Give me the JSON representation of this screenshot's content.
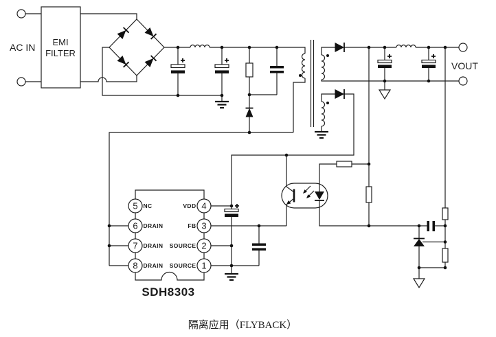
{
  "canvas": {
    "background": "#ffffff",
    "ink": "#1f1f1f"
  },
  "labels": {
    "ac_in": "AC IN",
    "emi_line1": "EMI",
    "emi_line2": "FILTER",
    "vout": "VOUT",
    "caption": "隔离应用（FLYBACK）"
  },
  "ic": {
    "name": "SDH8303",
    "left_pins": [
      {
        "num": "5",
        "label": "NC"
      },
      {
        "num": "6",
        "label": "DRAIN"
      },
      {
        "num": "7",
        "label": "DRAIN"
      },
      {
        "num": "8",
        "label": "DRAIN"
      }
    ],
    "right_pins": [
      {
        "num": "4",
        "label": "VDD"
      },
      {
        "num": "3",
        "label": "FB"
      },
      {
        "num": "2",
        "label": "SOURCE"
      },
      {
        "num": "1",
        "label": "SOURCE"
      }
    ]
  }
}
